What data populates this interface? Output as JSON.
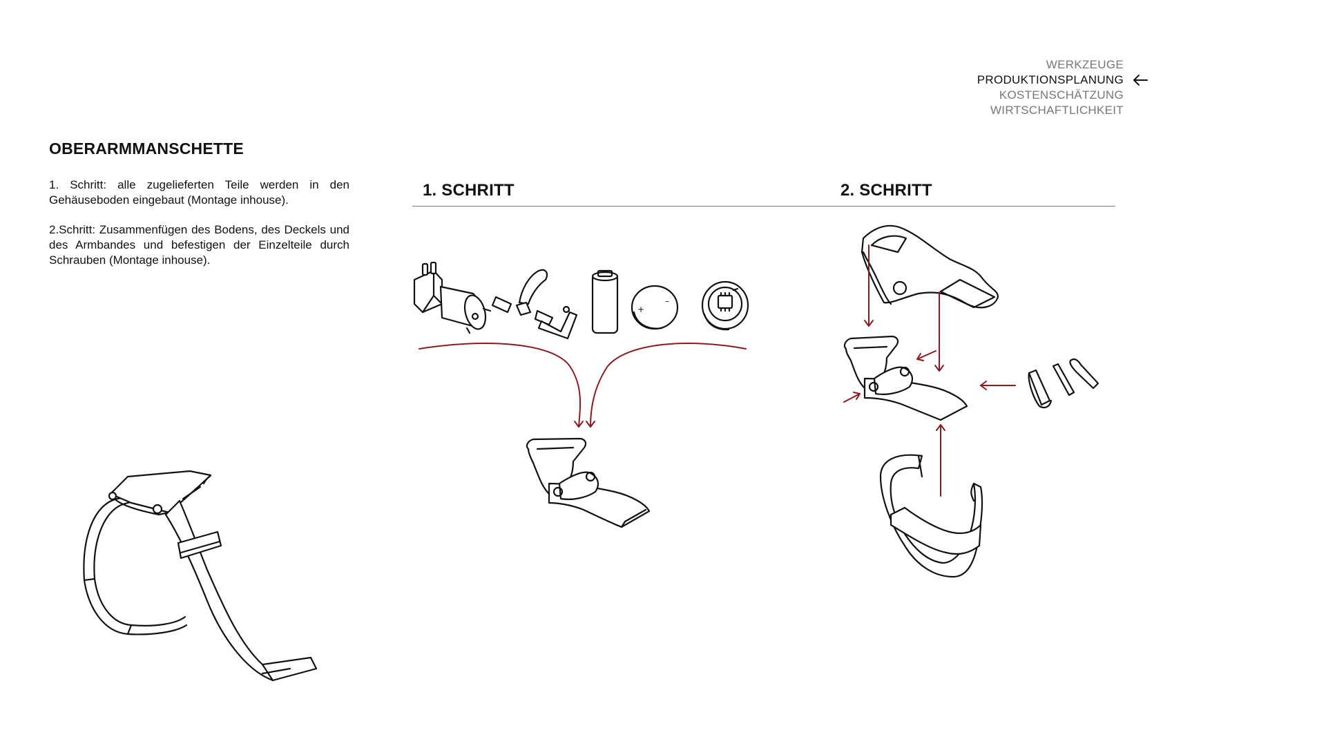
{
  "nav": {
    "items": [
      "WERKZEUGE",
      "PRODUKTIONSPLANUNG",
      "KOSTENSCHÄTZUNG",
      "WIRTSCHAFTLICHKEIT"
    ],
    "active_index": 1
  },
  "title": "OBERARMMANSCHETTE",
  "description": [
    "1. Schritt: alle zugelieferten Teile werden in den Gehäuseboden eingebaut (Montage inhouse).",
    "2.Schritt: Zusammenfügen des Bodens, des Deckels und des Armbandes und befestigen der Einzelteile durch Schrauben (Montage inhouse)."
  ],
  "steps": [
    "1. SCHRITT",
    "2. SCHRITT"
  ],
  "icons": {
    "battery_plus": "+",
    "battery_minus": "–"
  },
  "colors": {
    "accent_red": "#8a1a1e",
    "text": "#111111",
    "nav_inactive": "#777777"
  }
}
